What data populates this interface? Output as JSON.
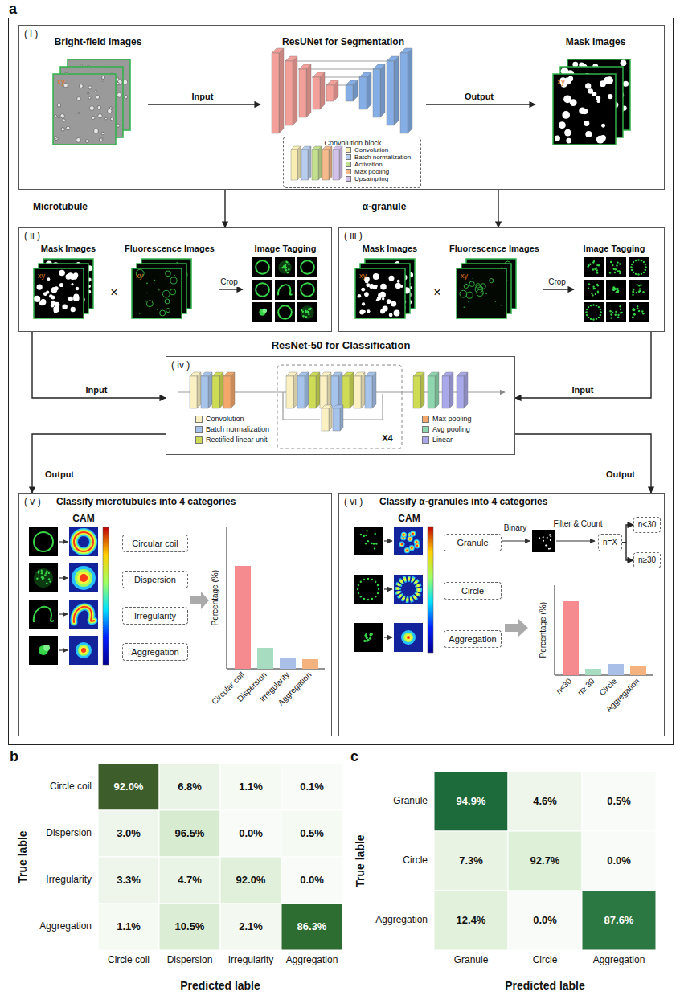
{
  "diagram": {
    "nodes": [
      {
        "text": [
          "a"
        ]
      },
      {
        "text": [
          "( i )"
        ],
        "in": 0
      },
      {
        "text": [
          "Bright-field Images",
          "xy"
        ],
        "in": 1
      },
      {
        "text": [
          "ResUNet for Segmentation"
        ],
        "in": 1
      },
      {
        "text": [
          "Convolution block"
        ],
        "in": 3
      },
      {
        "text": [
          "Mask Images",
          "xy"
        ],
        "in": 1
      },
      {
        "text": [
          "( ii )"
        ],
        "in": 0
      },
      {
        "text": [
          "Mask Images",
          "xy"
        ],
        "in": 6
      },
      {
        "text": [
          "Fluorescence Images",
          "xy"
        ],
        "in": 6
      },
      {
        "text": [
          "Image Tagging"
        ],
        "in": 6
      },
      {
        "text": [
          "( iii )"
        ],
        "in": 0
      },
      {
        "text": [
          "Mask Images",
          "xy"
        ],
        "in": 10
      },
      {
        "text": [
          "Fluorescence Images",
          "xy"
        ],
        "in": 10
      },
      {
        "text": [
          "Image Tagging"
        ],
        "in": 10
      },
      {
        "text": [
          "ResNet-50 for Classification",
          "( iv )"
        ],
        "in": 0
      },
      {
        "text": [
          "( v )",
          "Classify microtubules into 4 categories"
        ],
        "in": 0
      },
      {
        "text": [
          "Circular coil"
        ],
        "in": 15
      },
      {
        "text": [
          "Dispersion"
        ],
        "in": 15
      },
      {
        "text": [
          "Irregularity"
        ],
        "in": 15
      },
      {
        "text": [
          "Aggregation"
        ],
        "in": 15
      },
      {
        "text": [
          "( vi )",
          "Classify α-granules into 4 categories"
        ],
        "in": 0
      },
      {
        "text": [
          "Granule"
        ],
        "in": 20
      },
      {
        "text": [
          "Circle"
        ],
        "in": 20
      },
      {
        "text": [
          "Aggregation"
        ],
        "in": 20
      },
      {
        "text": [
          "n=X"
        ],
        "in": 20
      },
      {
        "text": [
          "n<30"
        ],
        "in": 20
      },
      {
        "text": [
          "n≥30"
        ],
        "in": 20
      }
    ],
    "edges": [
      {
        "from": 2,
        "to": 3,
        "label": "Input",
        "arrow": "to"
      },
      {
        "from": 3,
        "to": 5,
        "label": "Output",
        "arrow": "to"
      },
      {
        "from": 1,
        "to": 6,
        "label": "Microtubule",
        "arrow": "to"
      },
      {
        "from": 1,
        "to": 10,
        "label": "α-granule",
        "arrow": "to"
      },
      {
        "from": 8,
        "to": 9,
        "label": "Crop",
        "arrow": "to"
      },
      {
        "from": 12,
        "to": 13,
        "label": "Crop",
        "arrow": "to"
      },
      {
        "from": 6,
        "to": 14,
        "label": "Input",
        "arrow": "to"
      },
      {
        "from": 10,
        "to": 14,
        "label": "Input",
        "arrow": "to"
      },
      {
        "from": 14,
        "to": 15,
        "label": "Output",
        "arrow": "to"
      },
      {
        "from": 14,
        "to": 20,
        "label": "Output",
        "arrow": "to"
      },
      {
        "from": 24,
        "to": 25,
        "arrow": "to"
      },
      {
        "from": 24,
        "to": 26,
        "arrow": "to"
      }
    ],
    "labels": [
      "×",
      "×",
      "X4",
      "CAM",
      "Percentage (%)",
      "Circular coil",
      "Dispersion",
      "Irregularity",
      "Aggregation",
      "CAM",
      "Binary",
      "Filter & Count",
      "Percentage (%)",
      "n<30",
      "n≥ 30",
      "Circle",
      "Aggregation",
      "b",
      "True lable",
      "Circle coil",
      "Dispersion",
      "Irregularity",
      "Aggregation",
      "92.0%",
      "6.8%",
      "1.1%",
      "0.1%",
      "3.0%",
      "96.5%",
      "0.0%",
      "0.5%",
      "3.3%",
      "4.7%",
      "92.0%",
      "0.0%",
      "1.1%",
      "10.5%",
      "2.1%",
      "86.3%",
      "Circle coil",
      "Dispersion",
      "Irregularity",
      "Aggregation",
      "Predicted lable",
      "c",
      "True lable",
      "Granule",
      "Circle",
      "Aggregation",
      "94.9%",
      "4.6%",
      "0.5%",
      "7.3%",
      "92.7%",
      "0.0%",
      "12.4%",
      "0.0%",
      "87.6%",
      "Granule",
      "Circle",
      "Aggregation",
      "Predicted lable"
    ],
    "legend": [
      {
        "text": "Convolution",
        "color": "#f8eeb4"
      },
      {
        "text": "Batch normalization",
        "color": "#b7cdef"
      },
      {
        "text": "Activation",
        "color": "#c3e08f"
      },
      {
        "text": "Max pooling",
        "color": "#f5b98b"
      },
      {
        "text": "Upsampling",
        "color": "#d2c1ea"
      },
      {
        "text": "Convolution",
        "color": "#faf0c2"
      },
      {
        "text": "Batch normalization",
        "color": "#a6c3ec"
      },
      {
        "text": "Rectified linear unit",
        "color": "#cddb55"
      },
      {
        "text": "Max pooling",
        "color": "#f3a76b"
      },
      {
        "text": "Avg pooling",
        "color": "#8ed7ae"
      },
      {
        "text": "Linear",
        "color": "#a8a8ea"
      }
    ]
  }
}
